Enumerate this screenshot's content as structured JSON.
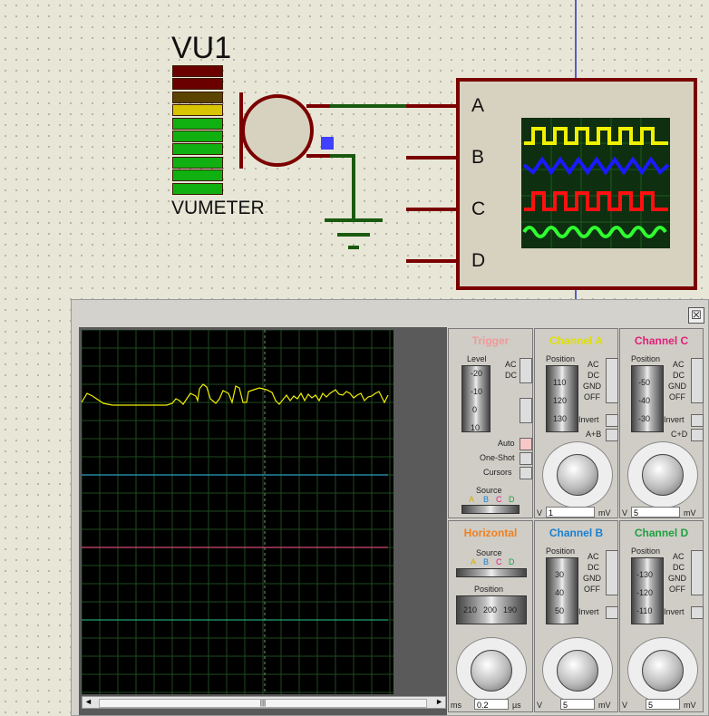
{
  "component": {
    "title": "VU1",
    "subtitle": "VUMETER"
  },
  "ports": [
    "A",
    "B",
    "C",
    "D"
  ],
  "vu_segments": [
    "#6a0000",
    "#6a0000",
    "#5a4400",
    "#d8c400",
    "#10b010",
    "#10b010",
    "#10b010",
    "#10b010",
    "#10b010",
    "#10b010"
  ],
  "close_label": "☒",
  "trigger": {
    "title": "Trigger",
    "level": "Level",
    "ticks": [
      "-20",
      "-10",
      "0",
      "10"
    ],
    "ac": "AC",
    "dc": "DC",
    "auto": "Auto",
    "oneshot": "One-Shot",
    "cursors": "Cursors",
    "source": "Source",
    "source_letters": [
      "A",
      "B",
      "C",
      "D"
    ]
  },
  "chA": {
    "title": "Channel A",
    "position": "Position",
    "ticks": [
      "110",
      "120",
      "130"
    ],
    "modes": [
      "AC",
      "DC",
      "GND",
      "OFF"
    ],
    "invert": "Invert",
    "combine": "A+B",
    "value": "1",
    "unit": "mV",
    "unit_left": "V"
  },
  "chC": {
    "title": "Channel C",
    "position": "Position",
    "ticks": [
      "-50",
      "-40",
      "-30"
    ],
    "modes": [
      "AC",
      "DC",
      "GND",
      "OFF"
    ],
    "invert": "Invert",
    "combine": "C+D",
    "value": "5",
    "unit": "mV",
    "unit_left": "V"
  },
  "horizontal": {
    "title": "Horizontal",
    "source": "Source",
    "source_letters": [
      "A",
      "B",
      "C",
      "D"
    ],
    "position": "Position",
    "ticks": [
      "210",
      "200",
      "190"
    ],
    "value": "0.2",
    "unit": "µs",
    "unit_left": "ms"
  },
  "chB": {
    "title": "Channel B",
    "position": "Position",
    "ticks": [
      "30",
      "40",
      "50"
    ],
    "modes": [
      "AC",
      "DC",
      "GND",
      "OFF"
    ],
    "invert": "Invert",
    "value": "5",
    "unit": "mV",
    "unit_left": "V"
  },
  "chD": {
    "title": "Channel D",
    "position": "Position",
    "ticks": [
      "-130",
      "-120",
      "-110"
    ],
    "modes": [
      "AC",
      "DC",
      "GND",
      "OFF"
    ],
    "invert": "Invert",
    "value": "5",
    "unit": "mV",
    "unit_left": "V"
  },
  "colors": {
    "trace_a": "#f0f000",
    "trace_b": "#2aa0c0",
    "trace_c": "#d04a70",
    "trace_d": "#20a070",
    "title_trigger": "#f29999",
    "title_a": "#e0e000",
    "title_b": "#1a80d0",
    "title_c": "#e0207a",
    "title_d": "#20a040",
    "title_h": "#f08020"
  },
  "scrollbar_grip": "|||"
}
